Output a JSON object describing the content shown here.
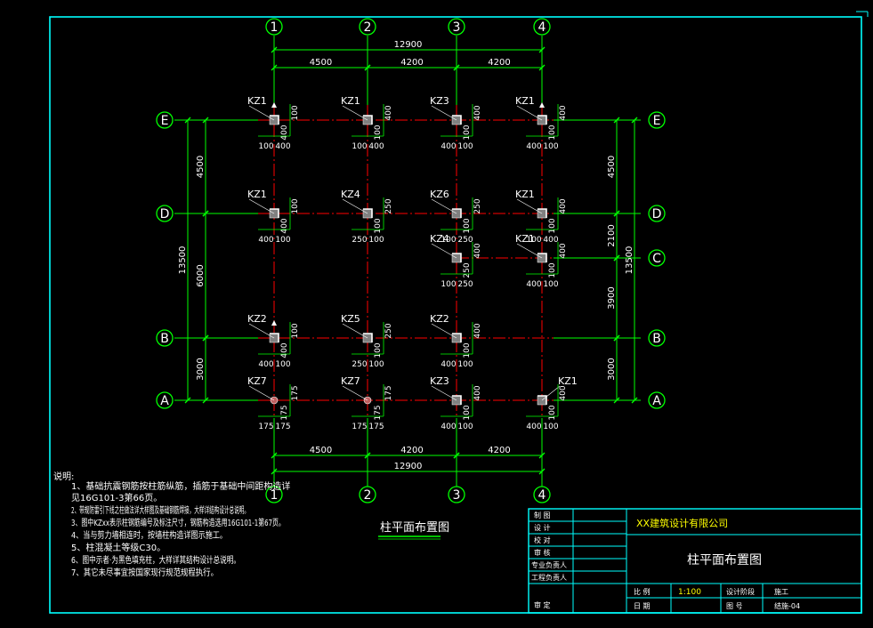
{
  "axes_x": [
    "1",
    "2",
    "3",
    "4"
  ],
  "axes_y": [
    "E",
    "D",
    "C",
    "B",
    "A"
  ],
  "dims_top": {
    "total": "12900",
    "spans": [
      "4500",
      "4200",
      "4200"
    ]
  },
  "dims_bottom": {
    "total": "12900",
    "spans": [
      "4500",
      "4200",
      "4200"
    ]
  },
  "dims_left": {
    "total": "13500",
    "spans": [
      "4500",
      "6000",
      "3000"
    ]
  },
  "dims_right": {
    "total": "13500",
    "spans": [
      "4500",
      "2100",
      "3900",
      "3000"
    ]
  },
  "columns": [
    {
      "label": "KZ1",
      "d1": "100",
      "d2": "400",
      "d3": "100",
      "d4": "400"
    },
    {
      "label": "KZ1",
      "d1": "400",
      "d2": "100",
      "d3": "100",
      "d4": "400"
    },
    {
      "label": "KZ3",
      "d1": "400",
      "d2": "100",
      "d3": "400",
      "d4": "100"
    },
    {
      "label": "KZ1",
      "d1": "400",
      "d2": "100",
      "d3": "400",
      "d4": "100"
    },
    {
      "label": "KZ1",
      "d1": "100",
      "d2": "400",
      "d3": "400",
      "d4": "100"
    },
    {
      "label": "KZ4",
      "d1": "250",
      "d2": "100",
      "d3": "250",
      "d4": "100"
    },
    {
      "label": "KZ6",
      "d1": "250",
      "d2": "100",
      "d3": "100",
      "d4": "250"
    },
    {
      "label": "KZ1",
      "d1": "400",
      "d2": "100",
      "d3": "100",
      "d4": "400"
    },
    {
      "label": "KZ4",
      "d1": "400",
      "d2": "250",
      "d3": "100",
      "d4": "250"
    },
    {
      "label": "KZ1",
      "d1": "400",
      "d2": "100",
      "d3": "400",
      "d4": "100"
    },
    {
      "label": "KZ2",
      "d1": "100",
      "d2": "400",
      "d3": "400",
      "d4": "100"
    },
    {
      "label": "KZ5",
      "d1": "250",
      "d2": "100",
      "d3": "250",
      "d4": "100"
    },
    {
      "label": "KZ2",
      "d1": "400",
      "d2": "100",
      "d3": "400",
      "d4": "100"
    },
    {
      "label": "KZ7",
      "d1": "175",
      "d2": "175",
      "d3": "175",
      "d4": "175"
    },
    {
      "label": "KZ7",
      "d1": "175",
      "d2": "175",
      "d3": "175",
      "d4": "175"
    },
    {
      "label": "KZ3",
      "d1": "400",
      "d2": "100",
      "d3": "400",
      "d4": "100"
    },
    {
      "label": "KZ1",
      "d1": "400",
      "d2": "100",
      "d3": "400",
      "d4": "100"
    }
  ],
  "notes": {
    "heading": "说明:",
    "items": [
      "1、基础抗震钢筋按柱筋纵筋，插筋于基础中间距构造详",
      "   见16G101-3第66页。",
      "2、带规防雷引下线之柱做法详大样图及基础钢筋焊接，大样详结构设计总说明。",
      "3、图中KZxx表示柱钢筋编号及标注尺寸，钢筋构造选用16G101-1第67页。",
      "4、当与剪力墙相连时，按墙柱构造详图示施工。",
      "5、柱混凝土等级C30。",
      "6、图中示者·为黑色填充柱，大样详其结构设计总说明。",
      "7、其它未尽事宜按国家现行规范规程执行。"
    ]
  },
  "drawing_title": "柱平面布置图",
  "title_block": {
    "left_rows": [
      "制 图",
      "设 计",
      "校 对",
      "审 核",
      "专业负责人",
      "工程负责人"
    ],
    "company": "XX建筑设计有限公司",
    "sheet_title": "柱平面布置图",
    "scale_label": "比 例",
    "scale_value": "1:100",
    "stage_label": "设计阶段",
    "stage_value": "施工",
    "date_label": "日 期",
    "approve_label": "审 定",
    "dwg_no_label": "图 号",
    "dwg_no_value": "结施-04"
  },
  "colors": {
    "frame": "#00ffff",
    "grid_line": "#ff0000",
    "grid_bubble": "#00ff00",
    "dims": "#00ff00",
    "text": "#ffffff",
    "company": "#ffff00",
    "column": "#808080"
  }
}
